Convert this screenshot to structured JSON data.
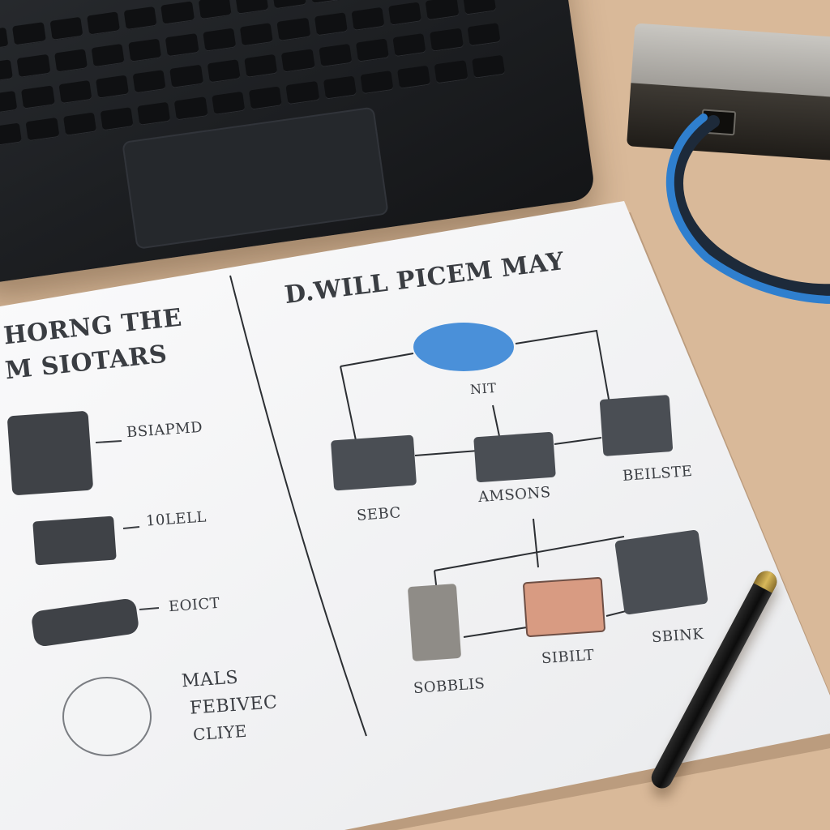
{
  "photo": {
    "palette": {
      "desk": "#d9b999",
      "paper": "#f4f5f6",
      "ink": "#3a3d42",
      "device_fill": "#4a4e54",
      "cloud": "#4a90d9",
      "accent_device": "#d89b82",
      "cable": "#2f7fce"
    },
    "sheet": {
      "left_page": {
        "heading_line1": "HORNG THE",
        "heading_line2": "M SIOTARS",
        "items": [
          {
            "label": "BSIAPMD",
            "icon": "tower-device-icon"
          },
          {
            "label": "10LELL",
            "icon": "box-device-icon"
          },
          {
            "label": "EOICT",
            "icon": "flat-device-icon"
          },
          {
            "label": "MALS",
            "icon": "round-device-icon"
          }
        ],
        "extra_lines": [
          "FEBIVEC",
          "CLIYE"
        ]
      },
      "right_page": {
        "heading": "D.WILL PICEM MAY",
        "nodes": [
          {
            "label": "NIT",
            "icon": "cloud-icon"
          },
          {
            "label": "SEBC",
            "icon": "switch-icon"
          },
          {
            "label": "AMSONS",
            "icon": "switch-icon"
          },
          {
            "label": "BEILSTE",
            "icon": "monitor-icon"
          },
          {
            "label": "SOBBLIS",
            "icon": "server-icon"
          },
          {
            "label": "SIBILT",
            "icon": "device-icon"
          },
          {
            "label": "SBINK",
            "icon": "book-device-icon"
          }
        ]
      }
    }
  }
}
